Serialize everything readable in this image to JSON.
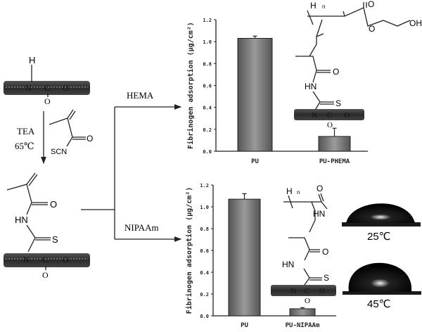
{
  "scheme": {
    "reagent_conditions": {
      "catalyst": "TEA",
      "temperature": "65℃"
    },
    "branch_labels": {
      "top": "HEMA",
      "bottom": "NIPAAm"
    },
    "atoms": {
      "H": "H",
      "N": "N",
      "C": "C",
      "O": "O",
      "S": "S",
      "HN": "HN",
      "SCN": "SCN",
      "OH": "OH",
      "n": "n"
    }
  },
  "contact_angle_images": [
    {
      "label": "25℃"
    },
    {
      "label": "45℃"
    }
  ],
  "chart_data": [
    {
      "type": "bar",
      "title": "",
      "xlabel": "",
      "ylabel": "Fibrinogen adsorption (μg/cm²)",
      "categories": [
        "PU",
        "PU-PHEMA"
      ],
      "values": [
        1.03,
        0.135
      ],
      "errors": [
        0.02,
        0.075
      ],
      "ylim": [
        0,
        1.2
      ],
      "yticks": [
        "0.0",
        "0.2",
        "0.4",
        "0.6",
        "0.8",
        "1.0",
        "1.2"
      ],
      "bar_color": "#6b6b6b"
    },
    {
      "type": "bar",
      "title": "",
      "xlabel": "",
      "ylabel": "Fibrinogen adsorption (μg/cm²)",
      "categories": [
        "PU",
        "PU-NIPAAm"
      ],
      "values": [
        1.07,
        0.065
      ],
      "errors": [
        0.05,
        0.01
      ],
      "ylim": [
        0,
        1.2
      ],
      "yticks": [
        "0.0",
        "0.2",
        "0.4",
        "0.6",
        "0.8",
        "1.0",
        "1.2"
      ],
      "bar_color": "#6b6b6b"
    }
  ]
}
